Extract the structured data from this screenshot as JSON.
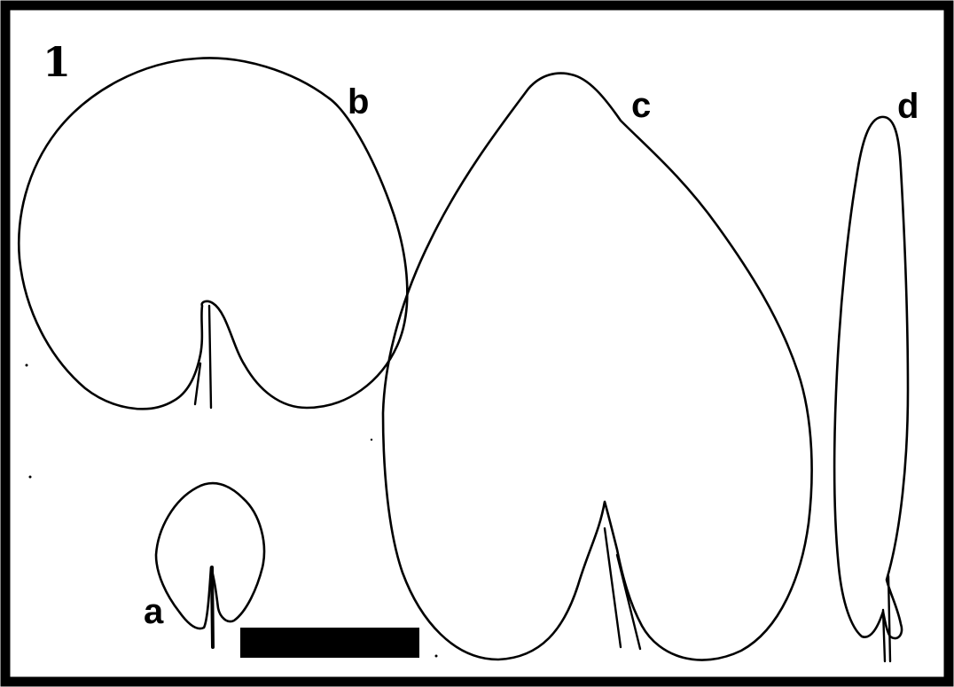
{
  "figure": {
    "panel_number": "1",
    "leaves": [
      {
        "id": "a",
        "label": "a",
        "shape": "small ovate leaf with notched base"
      },
      {
        "id": "b",
        "label": "b",
        "shape": "orbicular-reniform leaf with deep basal sinus"
      },
      {
        "id": "c",
        "label": "c",
        "shape": "large cordate leaf with acute apex"
      },
      {
        "id": "d",
        "label": "d",
        "shape": "narrow linear-oblanceolate leaf"
      }
    ],
    "scale_bar": {
      "label": ""
    },
    "colors": {
      "ink": "#000000",
      "background": "#ffffff"
    }
  }
}
